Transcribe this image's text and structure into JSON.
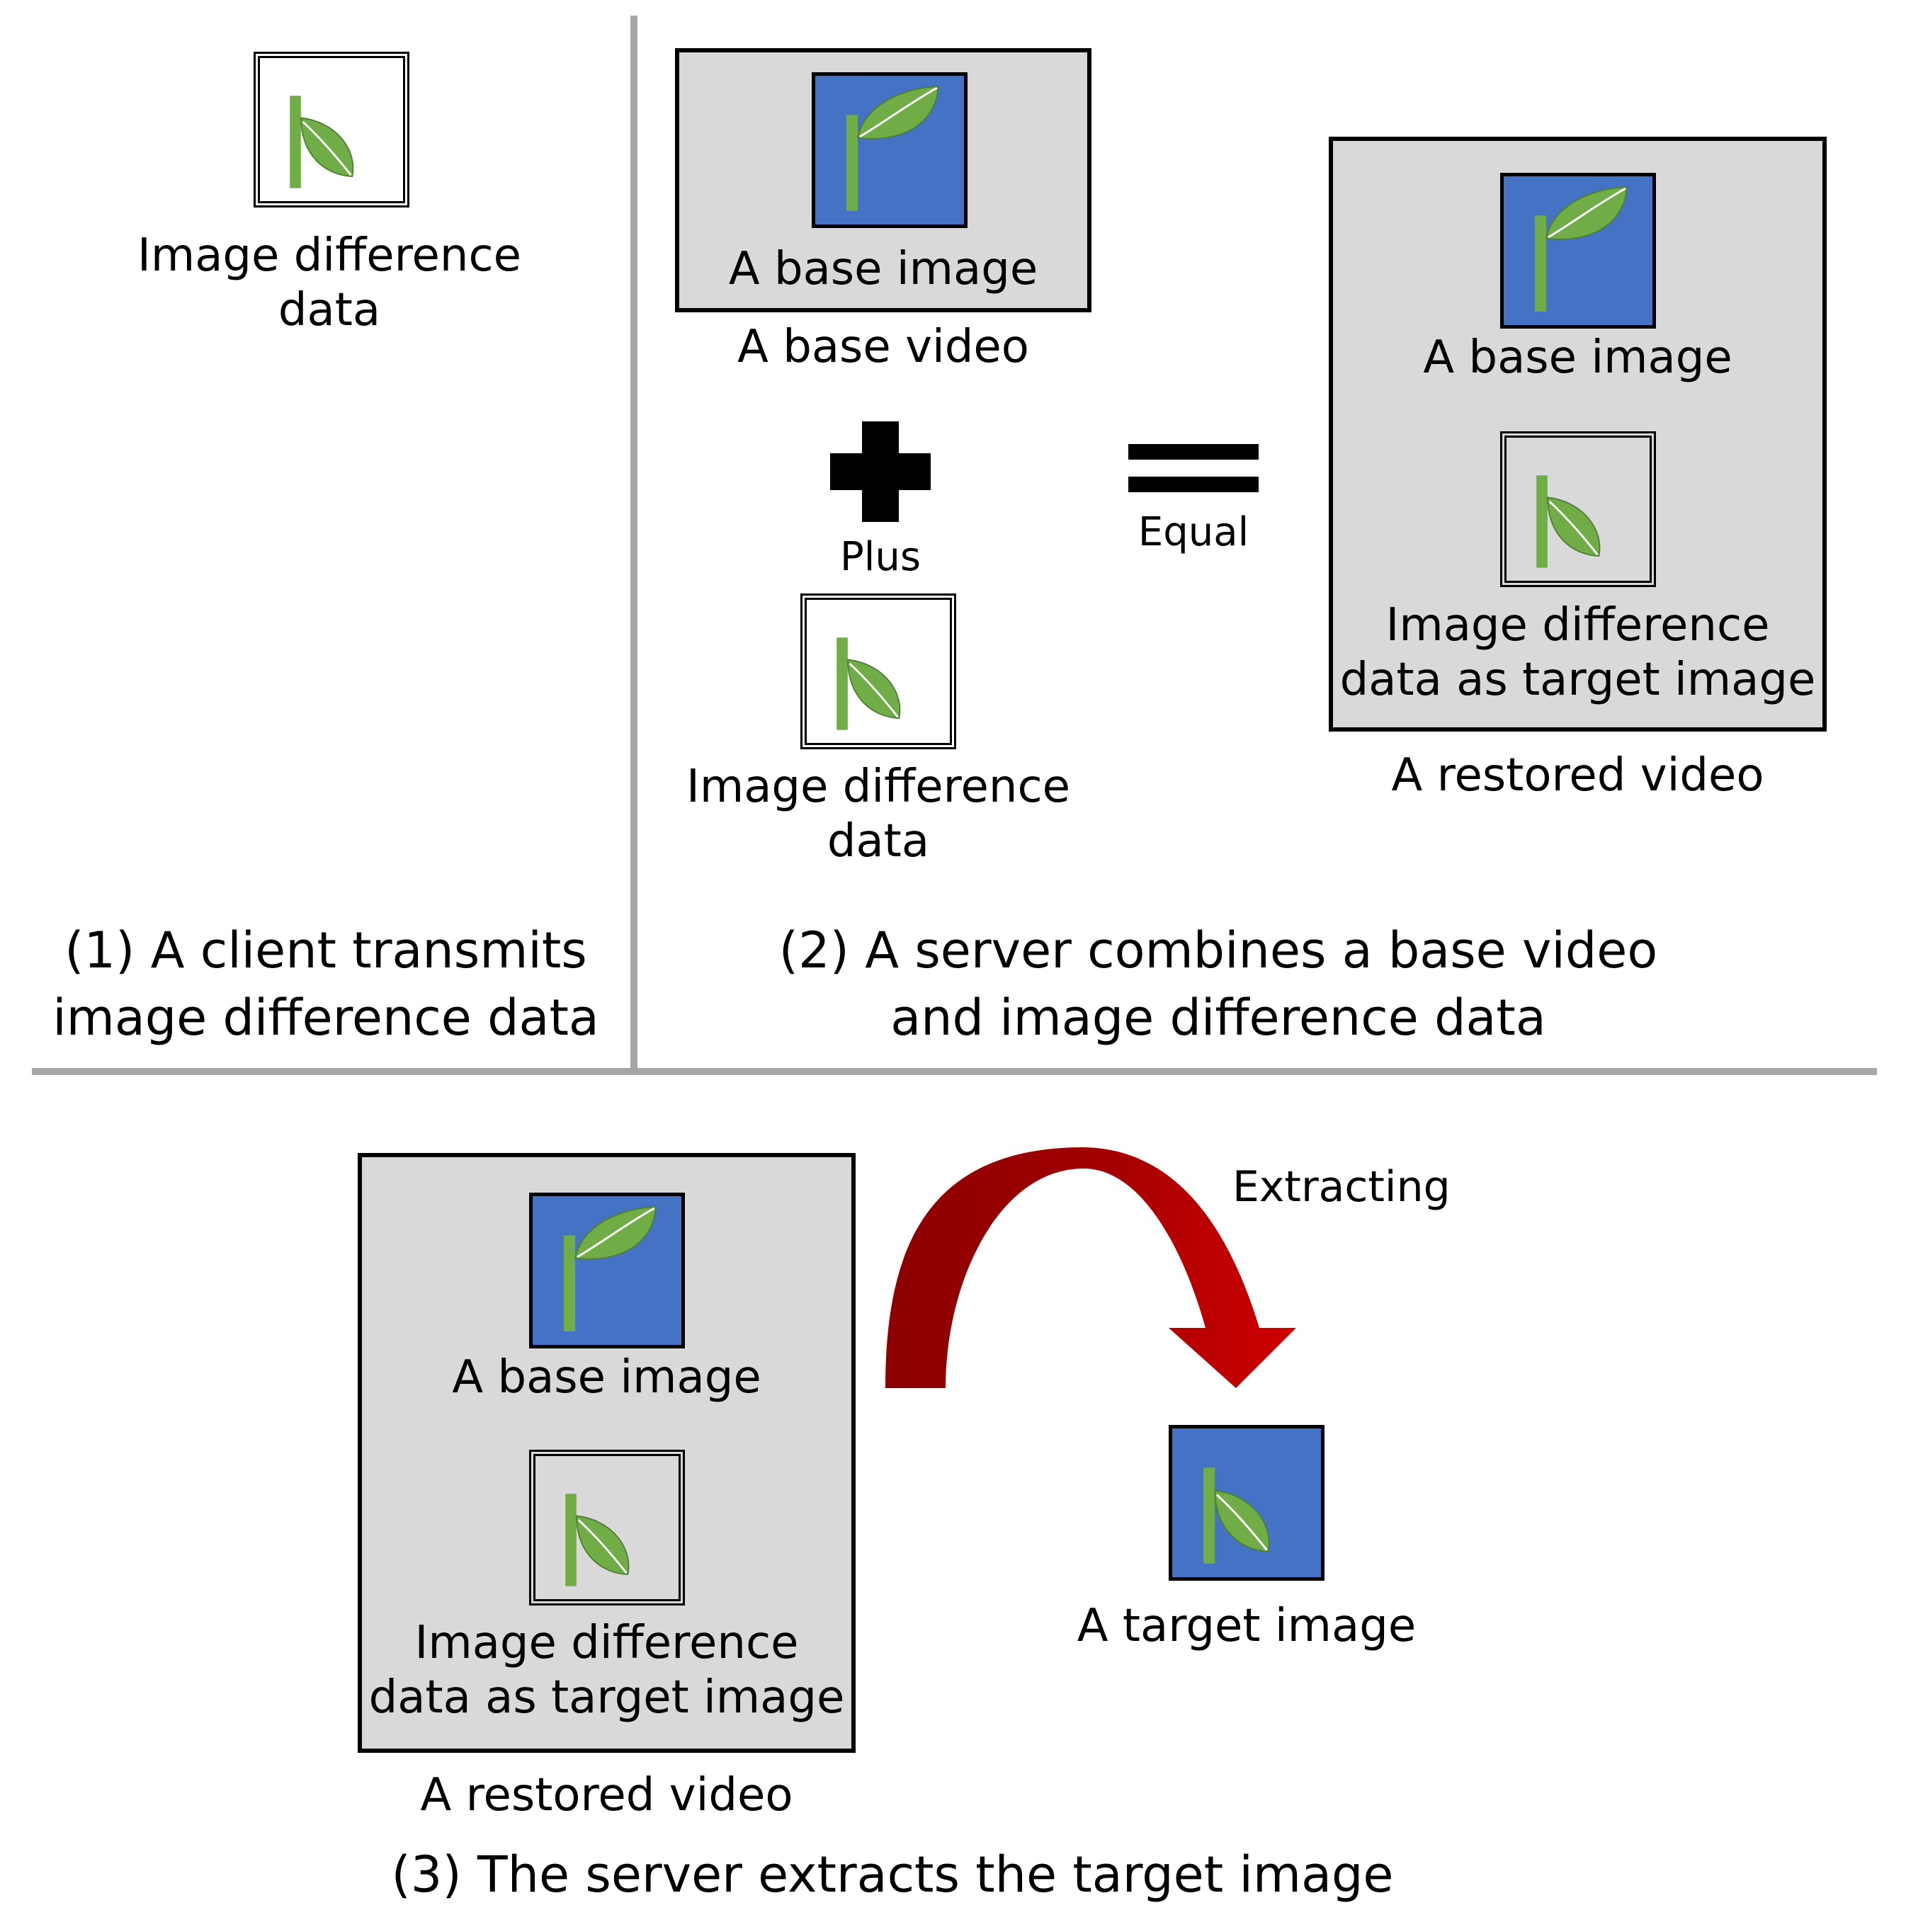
{
  "panel1": {
    "diff_label_line1": "Image difference",
    "diff_label_line2": "data",
    "caption_line1": "(1) A client transmits",
    "caption_line2": "image difference data"
  },
  "panel2": {
    "base_image_label": "A base image",
    "base_video_label": "A base video",
    "plus_label": "Plus",
    "diff_label_line1": "Image difference",
    "diff_label_line2": "data",
    "equal_label": "Equal",
    "restored_base_image_label": "A base image",
    "restored_diff_label_line1": "Image difference",
    "restored_diff_label_line2": "data as target image",
    "restored_video_label": "A restored video",
    "caption_line1": "(2) A server combines a base video",
    "caption_line2": "and image difference data"
  },
  "panel3": {
    "base_image_label": "A base image",
    "diff_label_line1": "Image difference",
    "diff_label_line2": "data as target image",
    "restored_video_label": "A restored video",
    "extracting_label": "Extracting",
    "target_image_label": "A target image",
    "caption": "(3) The server extracts the target image"
  },
  "colors": {
    "blue_fill": "#4472c4",
    "leaf_green": "#70ad47",
    "box_gray": "#d9d9d9",
    "divider_gray": "#a6a6a6",
    "arrow_red": "#c00000"
  },
  "icons": {
    "plant": "plant-icon",
    "plus": "plus-icon",
    "equal": "equal-icon",
    "arrow": "curved-arrow-icon"
  }
}
